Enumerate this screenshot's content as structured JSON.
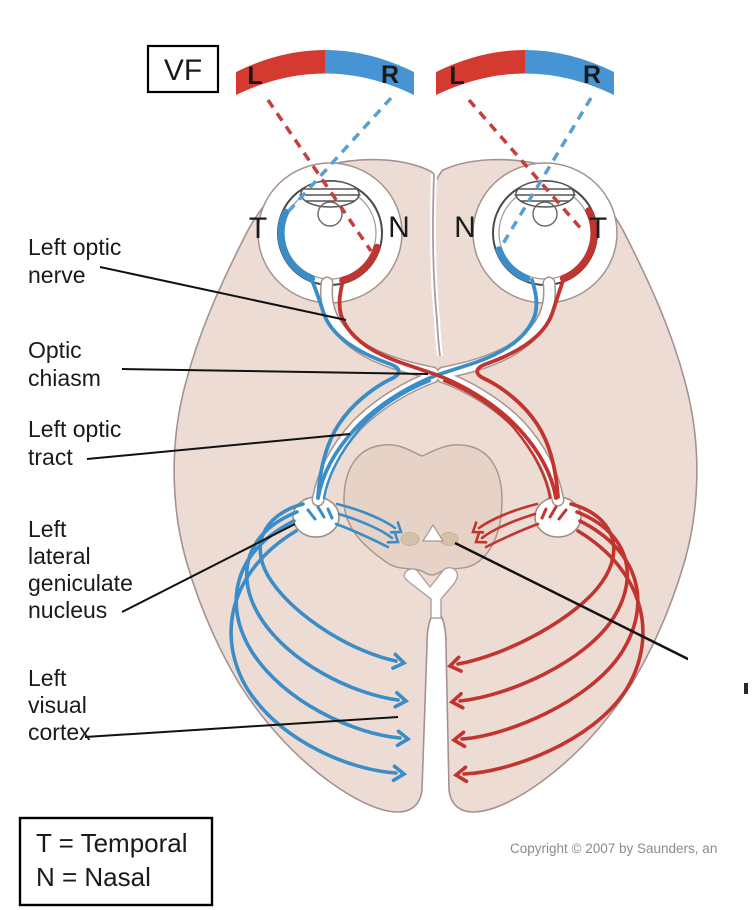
{
  "diagram": {
    "vf_label": "VF",
    "visual_fields": {
      "left_band": {
        "left": "L",
        "right": "R"
      },
      "right_band": {
        "left": "L",
        "right": "R"
      }
    },
    "retina_labels": {
      "left_eye_temporal": "T",
      "left_eye_nasal": "N",
      "right_eye_nasal": "N",
      "right_eye_temporal": "T"
    },
    "annotations": {
      "optic_nerve": {
        "line1": "Left optic",
        "line2": "nerve"
      },
      "optic_chiasm": {
        "line1": "Optic",
        "line2": "chiasm"
      },
      "optic_tract": {
        "line1": "Left optic",
        "line2": "tract"
      },
      "lgn": {
        "line1": "Left",
        "line2": "lateral",
        "line3": "geniculate",
        "line4": "nucleus"
      },
      "visual_cortex": {
        "line1": "Left",
        "line2": "visual",
        "line3": "cortex"
      }
    },
    "legend": {
      "temporal": "T = Temporal",
      "nasal": "N = Nasal"
    },
    "copyright": "Copyright © 2007 by Saunders, an",
    "colors": {
      "left_field_red": "#d53a31",
      "right_field_blue": "#4694d4",
      "fiber_red": "#c2342f",
      "fiber_blue": "#3b8dc8",
      "brain_fill": "#ecdcd4",
      "midbrain_fill": "#e6d2c6"
    }
  }
}
